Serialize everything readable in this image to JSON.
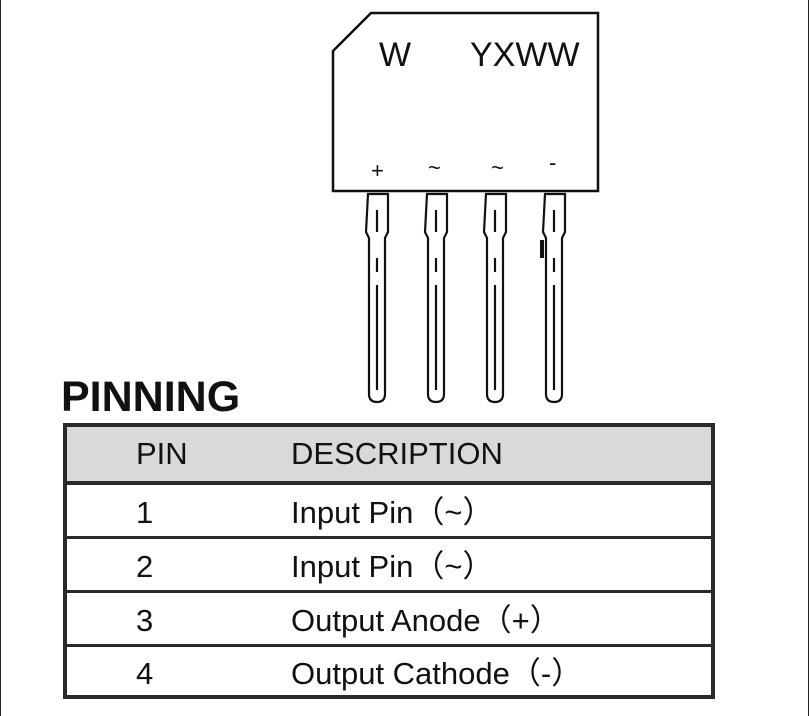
{
  "package": {
    "marking_left": "W",
    "marking_right": "YXWW",
    "pin_symbols": [
      "+",
      "~",
      "~",
      "-"
    ]
  },
  "section_title": "PINNING",
  "table": {
    "headers": [
      "PIN",
      "DESCRIPTION"
    ],
    "rows": [
      {
        "pin": "1",
        "description": "Input Pin（~）"
      },
      {
        "pin": "2",
        "description": "Input Pin（~）"
      },
      {
        "pin": "3",
        "description": "Output Anode（+）"
      },
      {
        "pin": "4",
        "description": "Output Cathode（-）"
      }
    ]
  },
  "colors": {
    "ink": "#111111",
    "header_fill": "#d9d9d9",
    "background": "#ffffff"
  }
}
